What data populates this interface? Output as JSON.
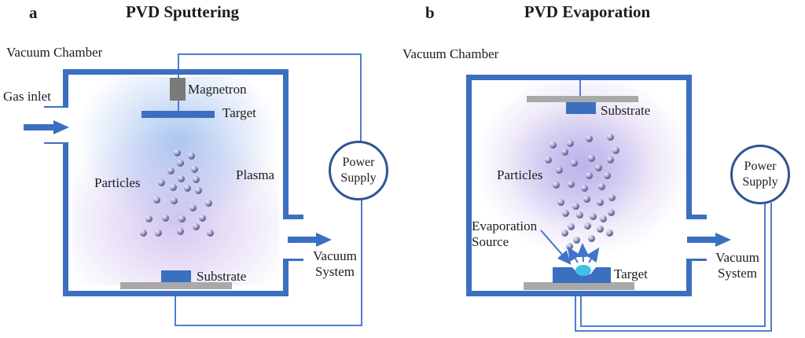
{
  "colors": {
    "wall": "#3b6fc0",
    "wire": "#4c7ed0",
    "magnetron_gray": "#7a7a7a",
    "holder_gray": "#a9a9a9",
    "droplet_cyan": "#3fc1e3",
    "power_supply_border": "#2f5496",
    "plasma_blue": "#84abe9",
    "plasma_purple": "#bba2e6",
    "text": "#1c1c1c"
  },
  "panels": [
    {
      "letter": "a",
      "title": "PVD Sputtering",
      "labels": {
        "vacuum_chamber": "Vacuum Chamber",
        "gas_inlet": "Gas inlet",
        "magnetron": "Magnetron",
        "target": "Target",
        "particles": "Particles",
        "plasma": "Plasma",
        "substrate": "Substrate",
        "vacuum_system": "Vacuum System",
        "power_supply": "Power Supply"
      },
      "particles": [
        [
          225,
          194
        ],
        [
          243,
          198
        ],
        [
          229,
          207
        ],
        [
          217,
          217
        ],
        [
          247,
          215
        ],
        [
          205,
          232
        ],
        [
          230,
          227
        ],
        [
          249,
          228
        ],
        [
          220,
          238
        ],
        [
          238,
          239
        ],
        [
          252,
          242
        ],
        [
          199,
          254
        ],
        [
          221,
          255
        ],
        [
          245,
          264
        ],
        [
          265,
          258
        ],
        [
          189,
          278
        ],
        [
          210,
          277
        ],
        [
          231,
          278
        ],
        [
          257,
          277
        ],
        [
          182,
          296
        ],
        [
          201,
          296
        ],
        [
          229,
          294
        ],
        [
          249,
          288
        ],
        [
          267,
          296
        ]
      ]
    },
    {
      "letter": "b",
      "title": "PVD Evaporation",
      "labels": {
        "vacuum_chamber": "Vacuum Chamber",
        "substrate": "Substrate",
        "particles": "Particles",
        "evaporation_source": "Evaporation Source",
        "target": "Target",
        "vacuum_system": "Vacuum System",
        "power_supply": "Power Supply"
      },
      "particles": [
        [
          703,
          184
        ],
        [
          725,
          182
        ],
        [
          749,
          176
        ],
        [
          776,
          174
        ],
        [
          718,
          193
        ],
        [
          783,
          191
        ],
        [
          697,
          203
        ],
        [
          752,
          201
        ],
        [
          776,
          203
        ],
        [
          730,
          207
        ],
        [
          761,
          213
        ],
        [
          711,
          216
        ],
        [
          749,
          223
        ],
        [
          772,
          223
        ],
        [
          707,
          235
        ],
        [
          726,
          234
        ],
        [
          743,
          239
        ],
        [
          765,
          237
        ],
        [
          746,
          253
        ],
        [
          778,
          251
        ],
        [
          713,
          257
        ],
        [
          763,
          257
        ],
        [
          732,
          262
        ],
        [
          719,
          271
        ],
        [
          777,
          270
        ],
        [
          737,
          273
        ],
        [
          754,
          275
        ],
        [
          767,
          278
        ],
        [
          726,
          288
        ],
        [
          747,
          287
        ],
        [
          763,
          291
        ],
        [
          718,
          296
        ],
        [
          775,
          296
        ],
        [
          733,
          305
        ],
        [
          752,
          303
        ],
        [
          724,
          313
        ]
      ]
    }
  ]
}
